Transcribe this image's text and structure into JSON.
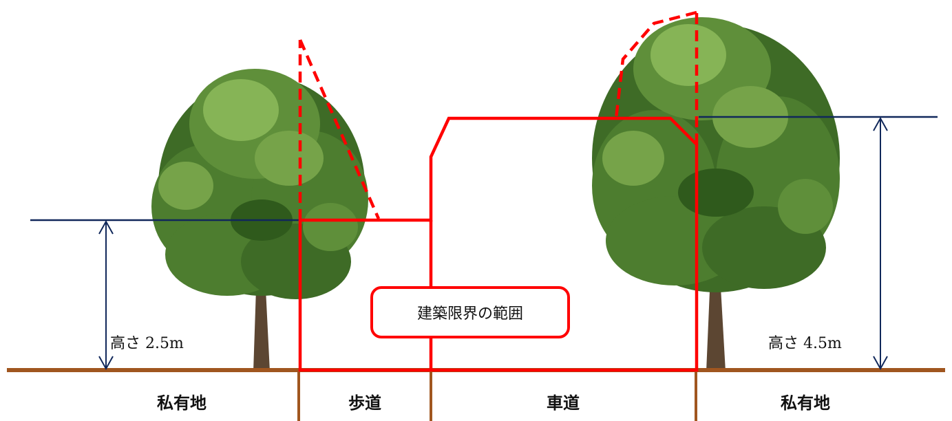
{
  "colors": {
    "clearance_red": "#ff0000",
    "ground_brown": "#a0561f",
    "height_line_navy": "#10275a",
    "foliage_dark": "#3e6b26",
    "foliage_mid": "#5f8f3a",
    "foliage_light": "#86b456",
    "trunk": "#5c4632"
  },
  "labels": {
    "clearance_range": "建築限界の範囲",
    "height_left": "高さ 2.5m",
    "height_right": "高さ 4.5m"
  },
  "zones": [
    {
      "id": "private-left",
      "label": "私有地"
    },
    {
      "id": "sidewalk",
      "label": "歩道"
    },
    {
      "id": "roadway",
      "label": "車道"
    },
    {
      "id": "private-right",
      "label": "私有地"
    }
  ],
  "icons": {
    "left_tree": "tree-icon",
    "right_tree": "tree-icon",
    "height_arrow": "double-arrow-vertical-icon"
  }
}
